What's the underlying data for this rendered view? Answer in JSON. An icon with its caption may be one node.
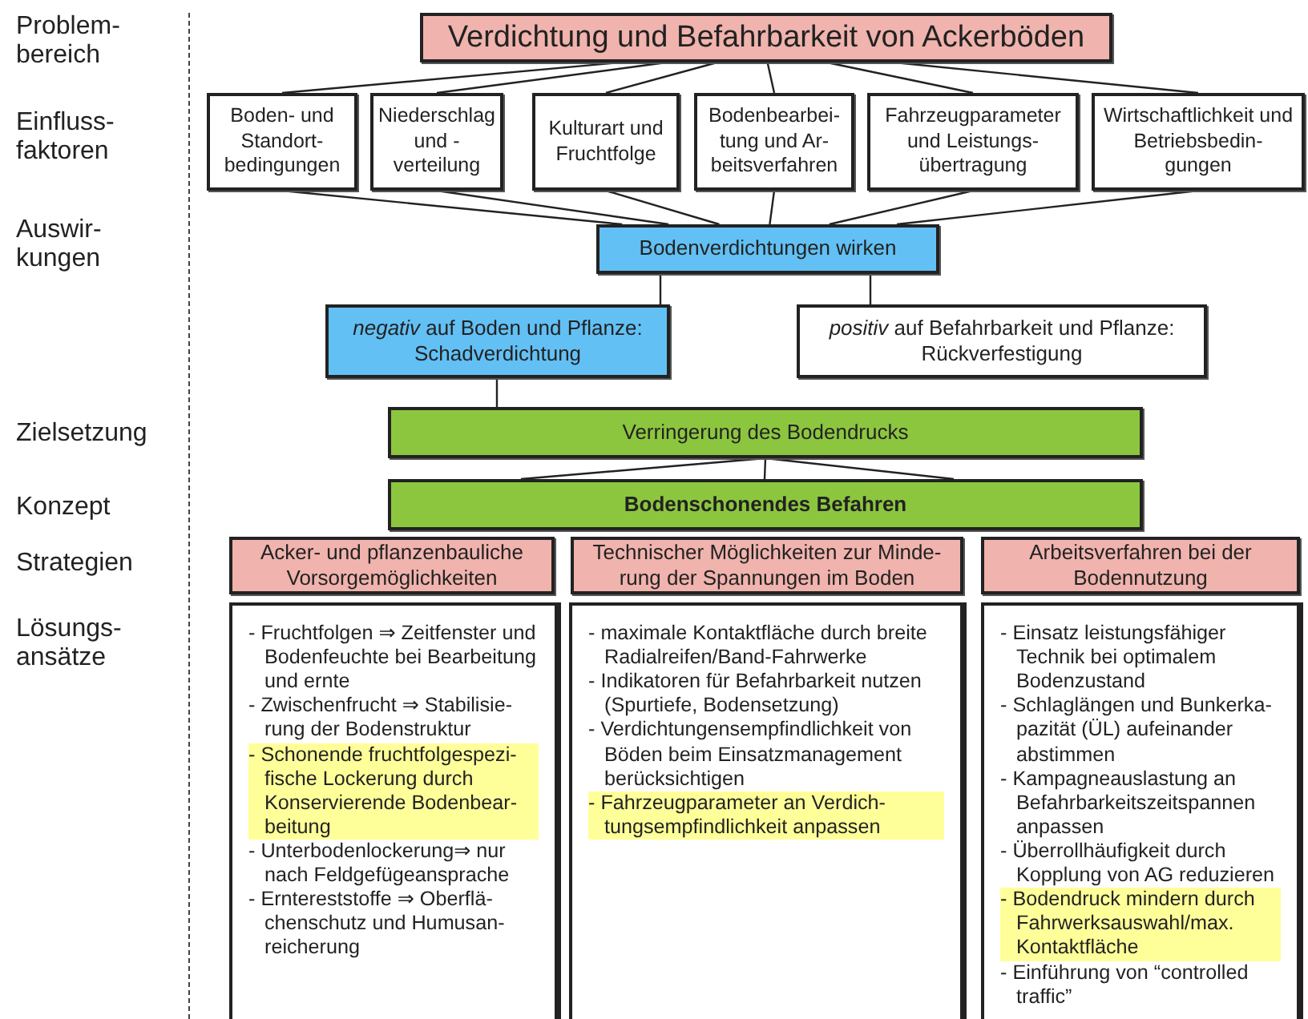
{
  "diagram": {
    "nodes": [
      {
        "text": [
          "Verdichtung und Befahrbarkeit von Ackerböden"
        ]
      },
      {
        "text": [
          "Boden- und Standort- bedingungen"
        ]
      },
      {
        "text": [
          "Niederschlag und -verteilung"
        ]
      },
      {
        "text": [
          "Kulturart und Fruchtfolge"
        ]
      },
      {
        "text": [
          "Bodenbearbei- tung und Ar- beitsverfahren"
        ]
      },
      {
        "text": [
          "Fahrzeugparameter und Leistungs- übertragung"
        ]
      },
      {
        "text": [
          "Wirtschaftlichkeit und Betriebsbedin- gungen"
        ]
      },
      {
        "text": [
          "Bodenverdichtungen wirken"
        ]
      },
      {
        "text": [
          "*negativ* auf Boden und Pflanze: Schadverdichtung"
        ]
      },
      {
        "text": [
          "*positiv* auf Befahrbarkeit und Pflanze: Rückverfestigung"
        ]
      },
      {
        "text": [
          "Verringerung des Bodendrucks"
        ]
      },
      {
        "text": [
          "Bodenschonendes Befahren"
        ]
      },
      {
        "text": [
          "Acker- und pflanzenbauliche Vorsorgemöglichkeiten"
        ]
      },
      {
        "text": [
          "Technischer Möglichkeiten zur Minde- rung der Spannungen im Boden"
        ]
      },
      {
        "text": [
          "Arbeitsverfahren bei der Bodennutzung"
        ]
      },
      {
        "text": [
          "- Fruchtfolgen ⇒ Zeitfenster und Bodenfeuchte bei Bearbeitung und ernte",
          "- Zwischenfrucht ⇒ Stabilisie- rung der Bodenstruktur",
          "- Schonende fruchtfolgespezi- fische Lockerung durch Konservierende Bodenbear- beitung",
          "- Unterbodenlockerung⇒ nur nach Feldgefügeansprache",
          "- Erntereststoffe ⇒ Oberflä- chenschutz und Humusan- reicherung"
        ]
      },
      {
        "text": [
          "- maximale Kontaktfläche durch breite Radialreifen/Band-Fahrwerke",
          "- Indikatoren für Befahrbarkeit nutzen (Spurtiefe, Bodensetzung)",
          "- Verdichtungensempfindlichkeit von Böden beim Einsatzmanagement berücksichtigen",
          "- Fahrzeugparameter an Verdich- tungsempfindlichkeit anpassen"
        ]
      },
      {
        "text": [
          "- Einsatz leistungsfähiger Technik bei optimalem Bodenzustand",
          "- Schlaglängen und Bunkerka- pazität (ÜL) aufeinander abstimmen",
          "- Kampagneauslastung an Befahrbarkeitszeitspannen anpassen",
          "- Überrollhäufigkeit durch Kopplung von AG reduzieren",
          "- Bodendruck mindern durch Fahrwerksauswahl/max. Kontaktfläche",
          "- Einführung von “controlled traffic”"
        ]
      }
    ],
    "edges": [
      {
        "from": 0,
        "to": 1,
        "arrow": "none"
      },
      {
        "from": 0,
        "to": 2,
        "arrow": "none"
      },
      {
        "from": 0,
        "to": 3,
        "arrow": "none"
      },
      {
        "from": 0,
        "to": 4,
        "arrow": "none"
      },
      {
        "from": 0,
        "to": 5,
        "arrow": "none"
      },
      {
        "from": 0,
        "to": 6,
        "arrow": "none"
      },
      {
        "from": 1,
        "to": 7,
        "arrow": "none"
      },
      {
        "from": 2,
        "to": 7,
        "arrow": "none"
      },
      {
        "from": 3,
        "to": 7,
        "arrow": "none"
      },
      {
        "from": 4,
        "to": 7,
        "arrow": "none"
      },
      {
        "from": 5,
        "to": 7,
        "arrow": "none"
      },
      {
        "from": 6,
        "to": 7,
        "arrow": "none"
      },
      {
        "from": 7,
        "to": 8,
        "arrow": "none"
      },
      {
        "from": 7,
        "to": 9,
        "arrow": "none"
      },
      {
        "from": 8,
        "to": 10,
        "arrow": "none"
      },
      {
        "from": 10,
        "to": 11,
        "arrow": "none"
      }
    ],
    "labels": [
      "Problem- bereich",
      "Einfluss- faktoren",
      "Auswir- kungen",
      "Zielsetzung",
      "Konzept",
      "Strategien",
      "Lösungs- ansätze"
    ]
  }
}
